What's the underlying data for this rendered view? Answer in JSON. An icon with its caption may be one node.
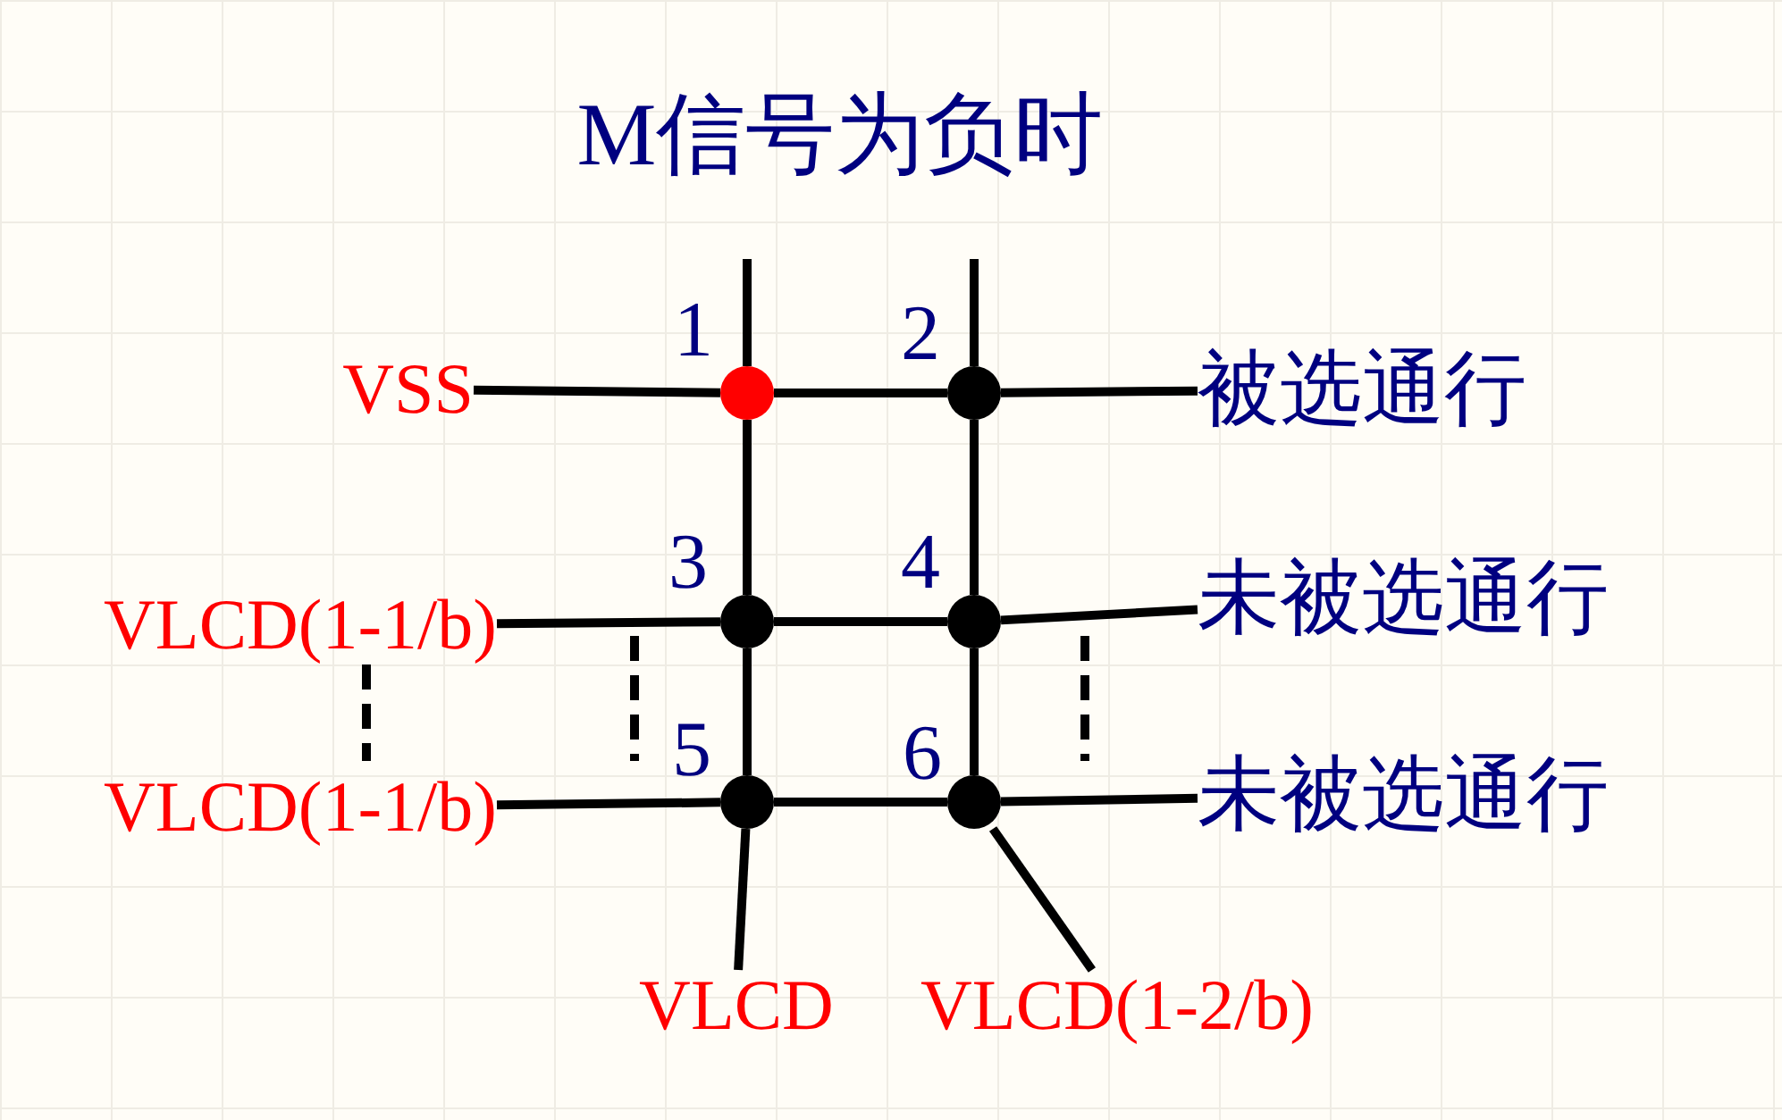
{
  "diagram": {
    "title": "M信号为负时",
    "nodes": [
      {
        "text": [
          "VSS"
        ]
      },
      {
        "text": [
          "被选通行"
        ]
      },
      {
        "text": [
          "VLCD(1-1/b)"
        ]
      },
      {
        "text": [
          "未被选通行"
        ]
      },
      {
        "text": [
          "VLCD(1-1/b)"
        ]
      },
      {
        "text": [
          "未被选通行"
        ]
      },
      {
        "text": [],
        "shape": "circle",
        "beside": [
          "1"
        ]
      },
      {
        "text": [],
        "shape": "circle",
        "beside": [
          "2"
        ]
      },
      {
        "text": [],
        "shape": "circle",
        "beside": [
          "3"
        ]
      },
      {
        "text": [],
        "shape": "circle",
        "beside": [
          "4"
        ]
      },
      {
        "text": [],
        "shape": "circle",
        "beside": [
          "5"
        ]
      },
      {
        "text": [],
        "shape": "circle",
        "beside": [
          "6"
        ]
      },
      {
        "text": [
          "VLCD"
        ]
      },
      {
        "text": [
          "VLCD(1-2/b)"
        ]
      }
    ],
    "edges": [
      {
        "from": 0,
        "to": 6,
        "arrow": "none"
      },
      {
        "from": 6,
        "to": 7,
        "arrow": "none"
      },
      {
        "from": 7,
        "to": 1,
        "arrow": "none"
      },
      {
        "from": 2,
        "to": 8,
        "arrow": "none"
      },
      {
        "from": 8,
        "to": 9,
        "arrow": "none"
      },
      {
        "from": 9,
        "to": 3,
        "arrow": "none"
      },
      {
        "from": 4,
        "to": 10,
        "arrow": "none"
      },
      {
        "from": 10,
        "to": 11,
        "arrow": "none"
      },
      {
        "from": 11,
        "to": 5,
        "arrow": "none"
      },
      {
        "from": null,
        "to": 6,
        "arrow": "none"
      },
      {
        "from": 6,
        "to": 8,
        "arrow": "none"
      },
      {
        "from": 8,
        "to": 10,
        "arrow": "none"
      },
      {
        "from": 10,
        "to": 12,
        "arrow": "none"
      },
      {
        "from": null,
        "to": 7,
        "arrow": "none"
      },
      {
        "from": 7,
        "to": 9,
        "arrow": "none"
      },
      {
        "from": 9,
        "to": 11,
        "arrow": "none"
      },
      {
        "from": 11,
        "to": 13,
        "arrow": "none"
      }
    ]
  }
}
